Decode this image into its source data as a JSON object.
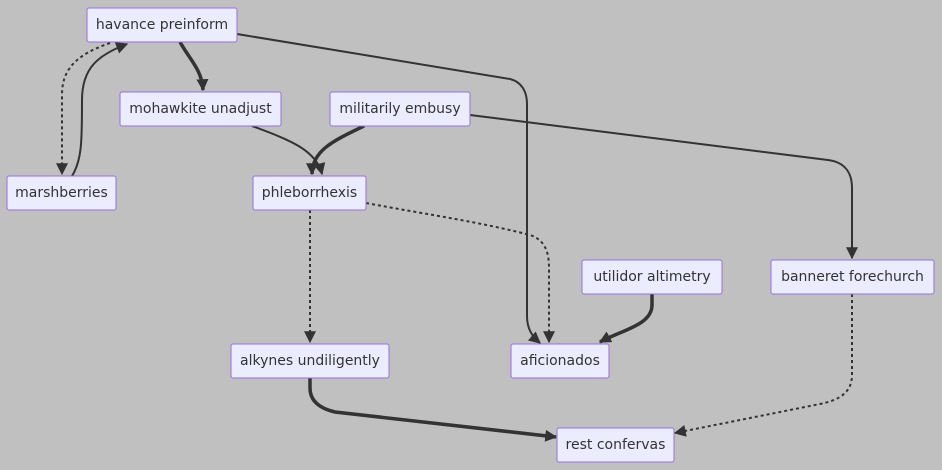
{
  "nodes": [
    {
      "id": "havance",
      "label": "havance preinform"
    },
    {
      "id": "mohawkite",
      "label": "mohawkite unadjust"
    },
    {
      "id": "militarily",
      "label": "militarily embusy"
    },
    {
      "id": "marshberries",
      "label": "marshberries"
    },
    {
      "id": "phleborrhexis",
      "label": "phleborrhexis"
    },
    {
      "id": "utilidor",
      "label": "utilidor altimetry"
    },
    {
      "id": "banneret",
      "label": "banneret forechurch"
    },
    {
      "id": "alkynes",
      "label": "alkynes undiligently"
    },
    {
      "id": "aficionados",
      "label": "aficionados"
    },
    {
      "id": "rest",
      "label": "rest confervas"
    }
  ],
  "edges": [
    {
      "from": "havance",
      "to": "mohawkite",
      "style": "thick"
    },
    {
      "from": "havance",
      "to": "marshberries",
      "style": "dotted"
    },
    {
      "from": "marshberries",
      "to": "havance",
      "style": "normal"
    },
    {
      "from": "havance",
      "to": "aficionados",
      "style": "normal"
    },
    {
      "from": "mohawkite",
      "to": "phleborrhexis",
      "style": "normal"
    },
    {
      "from": "militarily",
      "to": "phleborrhexis",
      "style": "thick"
    },
    {
      "from": "militarily",
      "to": "banneret",
      "style": "normal"
    },
    {
      "from": "phleborrhexis",
      "to": "alkynes",
      "style": "dotted"
    },
    {
      "from": "phleborrhexis",
      "to": "aficionados",
      "style": "dotted"
    },
    {
      "from": "utilidor",
      "to": "aficionados",
      "style": "thick"
    },
    {
      "from": "alkynes",
      "to": "rest",
      "style": "thick"
    },
    {
      "from": "banneret",
      "to": "rest",
      "style": "dotted"
    }
  ]
}
